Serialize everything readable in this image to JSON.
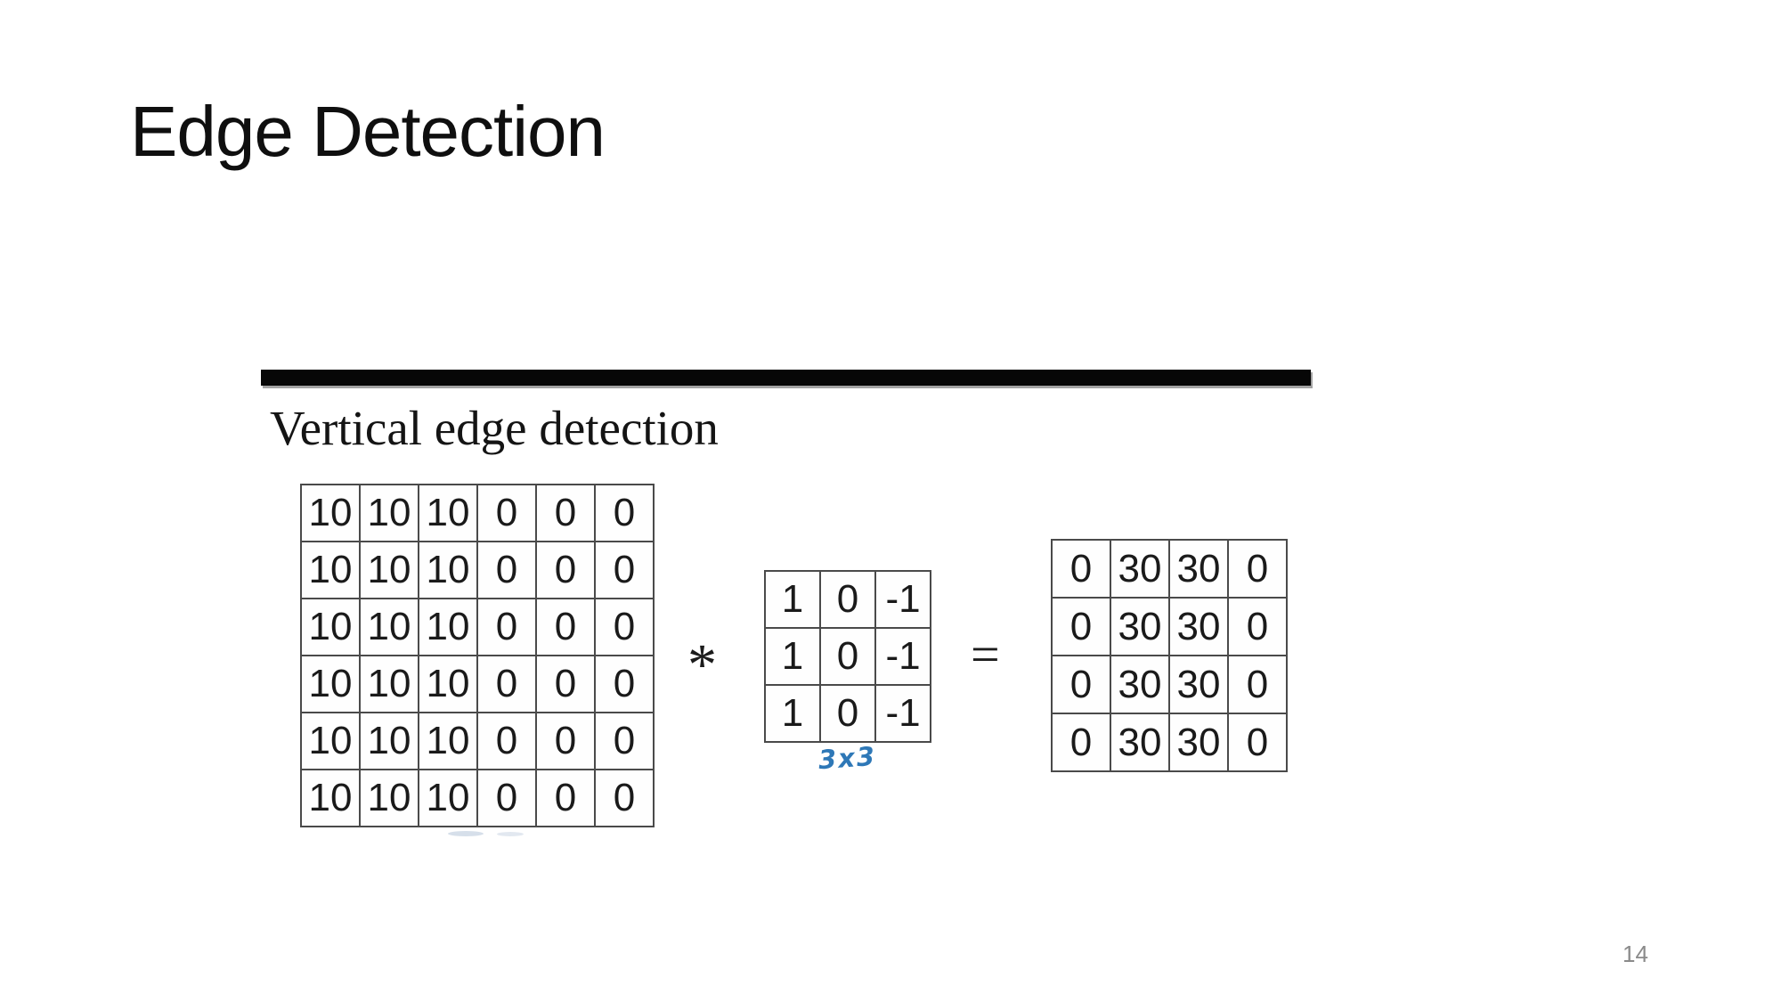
{
  "slide": {
    "title": "Edge Detection",
    "page_number": "14"
  },
  "figure": {
    "heading": "Vertical edge detection",
    "convolution_operator": "*",
    "equals_operator": "=",
    "kernel_annotation": "3x3",
    "colors": {
      "annotation_blue": "#2e78b7",
      "grid_line": "#4a4a4a",
      "number_text": "#1a1a1a",
      "divider_black": "#070707",
      "page_number_gray": "#8a8a8a"
    }
  },
  "matrices": {
    "input": [
      [
        10,
        10,
        10,
        0,
        0,
        0
      ],
      [
        10,
        10,
        10,
        0,
        0,
        0
      ],
      [
        10,
        10,
        10,
        0,
        0,
        0
      ],
      [
        10,
        10,
        10,
        0,
        0,
        0
      ],
      [
        10,
        10,
        10,
        0,
        0,
        0
      ],
      [
        10,
        10,
        10,
        0,
        0,
        0
      ]
    ],
    "kernel": [
      [
        1,
        0,
        -1
      ],
      [
        1,
        0,
        -1
      ],
      [
        1,
        0,
        -1
      ]
    ],
    "output": [
      [
        0,
        30,
        30,
        0
      ],
      [
        0,
        30,
        30,
        0
      ],
      [
        0,
        30,
        30,
        0
      ],
      [
        0,
        30,
        30,
        0
      ]
    ]
  }
}
